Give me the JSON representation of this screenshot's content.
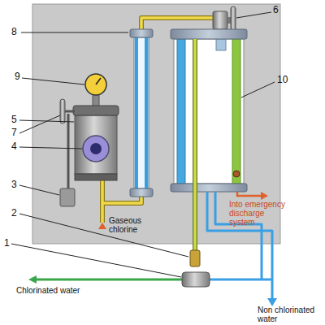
{
  "diagram": {
    "labels": [
      "8",
      "6",
      "9",
      "10",
      "5",
      "7",
      "4",
      "Into emergency discharge system",
      "3",
      "Gaseous chlorine",
      "2",
      "1",
      "Chlorinated water",
      "Non chlorinated water"
    ]
  }
}
